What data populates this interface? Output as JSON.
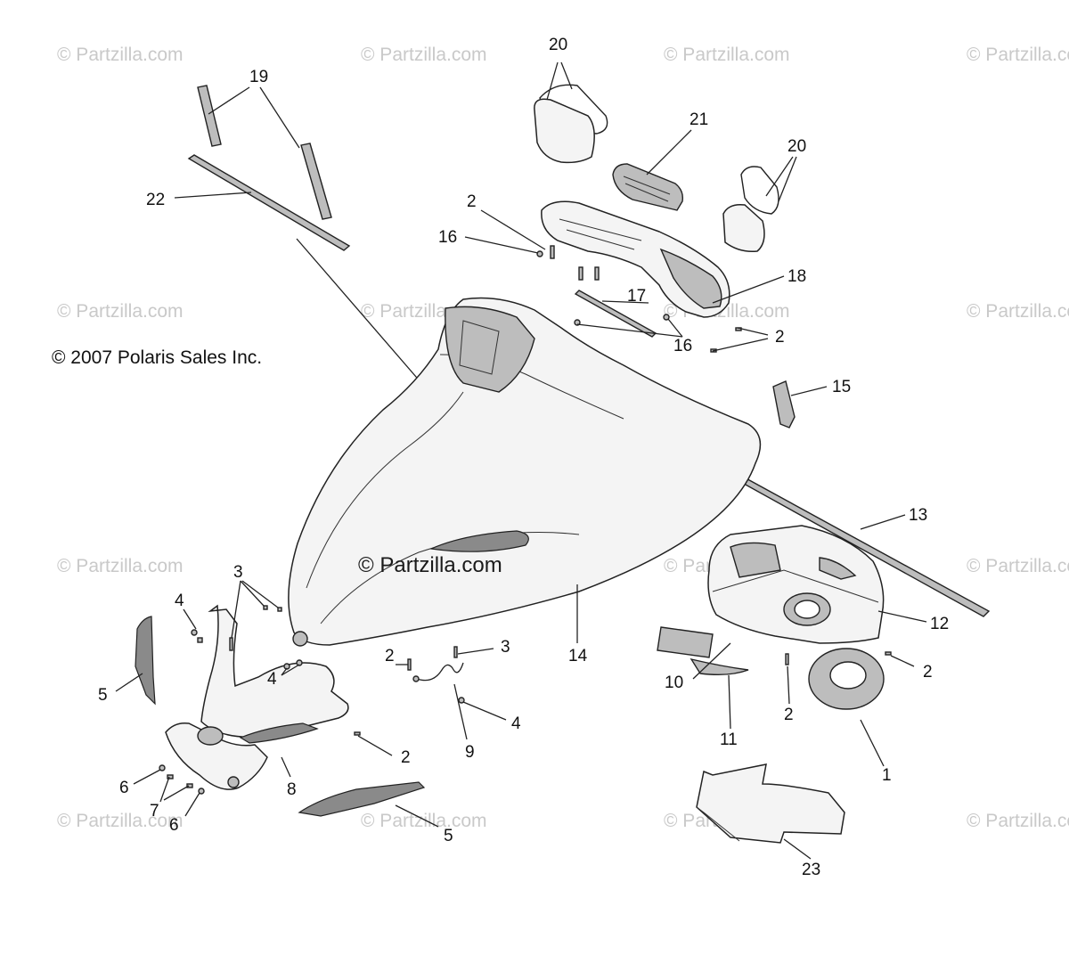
{
  "copyright": "© 2007 Polaris Sales Inc.",
  "center_watermark": "© Partzilla.com",
  "watermark_text": "© Partzilla.com",
  "colors": {
    "ink": "#222222",
    "watermark": "#c9c9c9",
    "background": "#ffffff"
  },
  "callouts": [
    "20",
    "21",
    "20",
    "19",
    "22",
    "2",
    "16",
    "18",
    "17",
    "2",
    "16",
    "15",
    "13",
    "12",
    "2",
    "2",
    "1",
    "10",
    "11",
    "14",
    "3",
    "4",
    "4",
    "5",
    "3",
    "2",
    "4",
    "9",
    "2",
    "8",
    "6",
    "7",
    "6",
    "5",
    "23"
  ]
}
